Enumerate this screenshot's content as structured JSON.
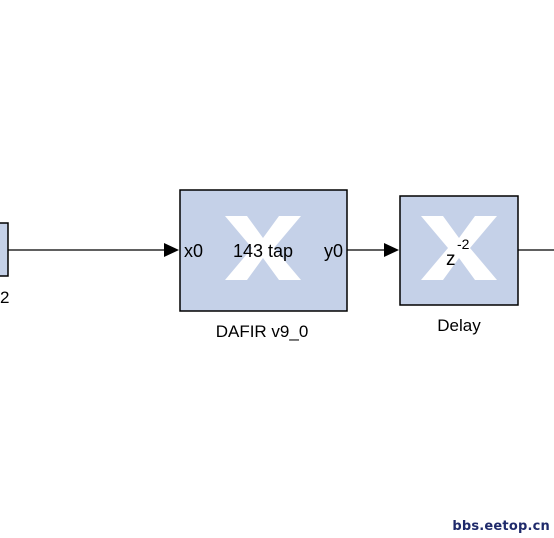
{
  "colors": {
    "block_fill": "#c5d1e8",
    "block_stroke": "#000000",
    "line": "#000000",
    "logo": "#ffffff",
    "watermark": "#1f2a6b"
  },
  "left_block": {
    "caption_fragment": "2"
  },
  "dafir": {
    "port_in": "x0",
    "inner_text": "143 tap",
    "port_out": "y0",
    "caption": "DAFIR v9_0",
    "logo_icon": "xilinx-logo-icon"
  },
  "delay": {
    "base": "z",
    "exponent": "-2",
    "caption": "Delay",
    "logo_icon": "xilinx-logo-icon"
  },
  "watermark": "bbs.eetop.cn"
}
